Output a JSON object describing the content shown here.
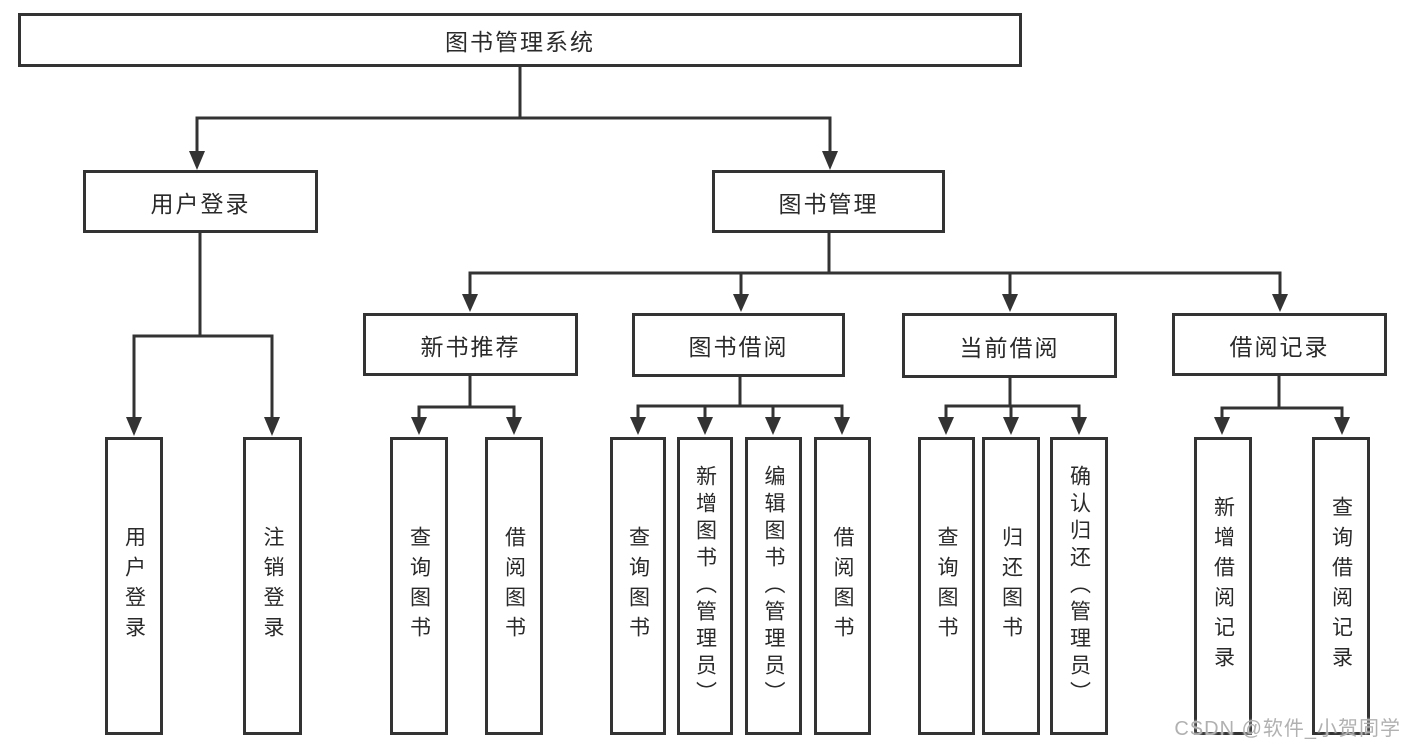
{
  "colors": {
    "line": "#333333",
    "box_border": "#333333",
    "box_background": "#ffffff",
    "text": "#2a2a2a",
    "watermark_text": "#b1b1b1",
    "page_background": "#ffffff"
  },
  "watermark": {
    "text": "CSDN @软件_小贺同学"
  },
  "tree": {
    "label": "图书管理系统",
    "children": [
      {
        "label": "用户登录",
        "children": [
          {
            "label": "用户登录"
          },
          {
            "label": "注销登录"
          }
        ]
      },
      {
        "label": "图书管理",
        "children": [
          {
            "label": "新书推荐",
            "children": [
              {
                "label": "查询图书"
              },
              {
                "label": "借阅图书"
              }
            ]
          },
          {
            "label": "图书借阅",
            "children": [
              {
                "label": "查询图书"
              },
              {
                "label": "新增图书（管理员）"
              },
              {
                "label": "编辑图书（管理员）"
              },
              {
                "label": "借阅图书"
              }
            ]
          },
          {
            "label": "当前借阅",
            "children": [
              {
                "label": "查询图书"
              },
              {
                "label": "归还图书"
              },
              {
                "label": "确认归还（管理员）"
              }
            ]
          },
          {
            "label": "借阅记录",
            "children": [
              {
                "label": "新增借阅记录"
              },
              {
                "label": "查询借阅记录"
              }
            ]
          }
        ]
      }
    ]
  }
}
